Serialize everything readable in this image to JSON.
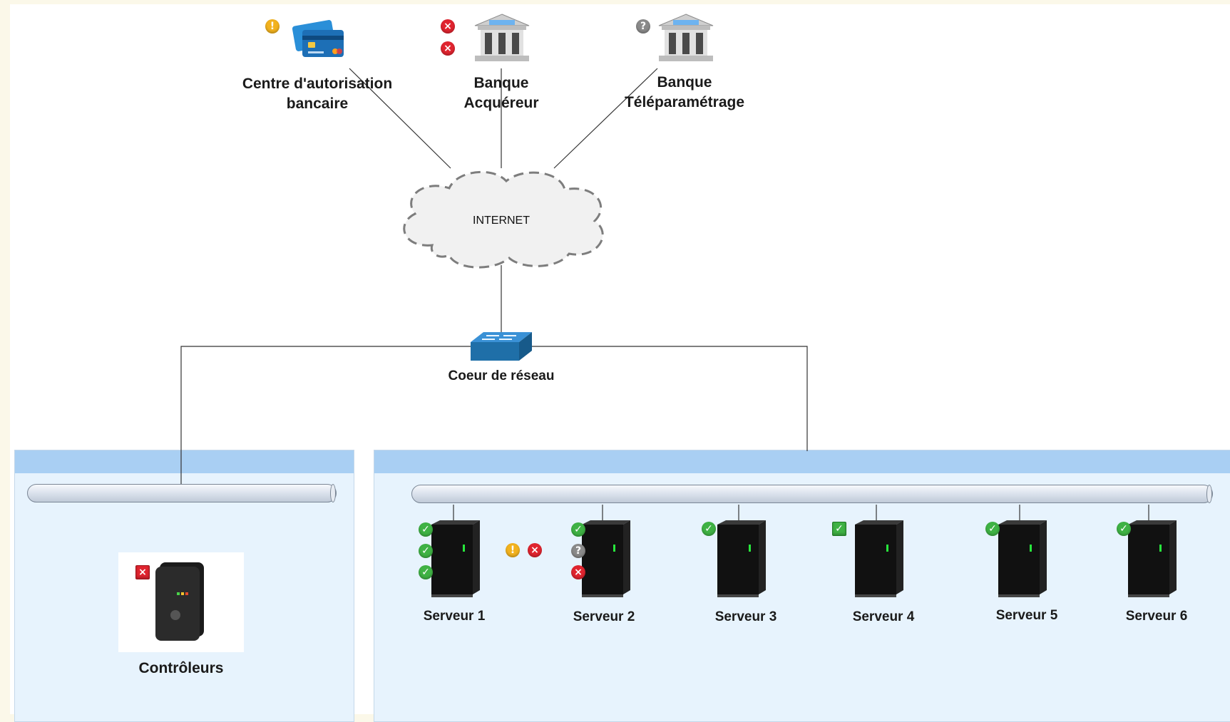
{
  "nodes": {
    "auth_center": {
      "label_line1": "Centre d'autorisation",
      "label_line2": "bancaire",
      "icon": "credit-card-icon"
    },
    "acquirer_bank": {
      "label_line1": "Banque",
      "label_line2": "Acquéreur",
      "icon": "bank-building-icon"
    },
    "param_bank": {
      "label_line1": "Banque",
      "label_line2": "Téléparamétrage",
      "icon": "bank-building-icon"
    },
    "internet": {
      "label": "INTERNET",
      "icon": "cloud-icon"
    },
    "core": {
      "label": "Coeur de réseau",
      "icon": "network-switch-icon"
    },
    "controllers": {
      "label": "Contrôleurs",
      "icon": "controller-device-icon"
    }
  },
  "servers": [
    {
      "label": "Serveur 1",
      "statuses": [
        "ok",
        "ok",
        "ok"
      ]
    },
    {
      "label": "Serveur 2",
      "statuses": [
        "ok",
        "unknown",
        "error"
      ]
    },
    {
      "label": "Serveur 3",
      "statuses": [
        "ok"
      ]
    },
    {
      "label": "Serveur 4",
      "statuses": [
        "ok-checkbox"
      ]
    },
    {
      "label": "Serveur 5",
      "statuses": [
        "ok"
      ]
    },
    {
      "label": "Serveur 6",
      "statuses": [
        "ok"
      ]
    }
  ],
  "status_markers": {
    "auth_center": [
      "warning"
    ],
    "acquirer_bank": [
      "error",
      "error"
    ],
    "param_bank": [
      "unknown"
    ],
    "between_servers": [
      "warning",
      "error"
    ],
    "controllers": [
      "error-checkbox"
    ]
  },
  "colors": {
    "ok": "#3fb244",
    "error": "#e0242f",
    "warning": "#f2b21e",
    "unknown": "#8a8a8a",
    "zone_header": "#a9cff3",
    "zone_body": "#e7f3fd",
    "switch": "#1f6fa8"
  }
}
